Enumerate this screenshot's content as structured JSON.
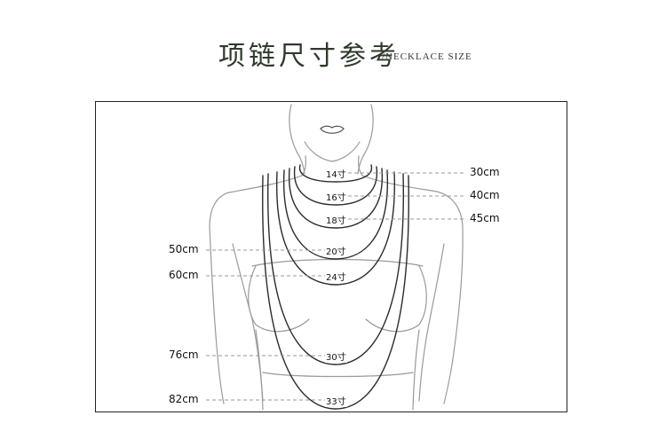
{
  "title": {
    "chinese": "项链尺寸参考",
    "english": "/NECKLACE SIZE"
  },
  "colors": {
    "title_accent": "#4a8a3a",
    "outline": "#9a9a9a",
    "chain": "#2b2b2b",
    "frame": "#222222"
  },
  "sizes": [
    {
      "cun": "14寸",
      "cm": "30cm",
      "side": "right"
    },
    {
      "cun": "16寸",
      "cm": "40cm",
      "side": "right"
    },
    {
      "cun": "18寸",
      "cm": "45cm",
      "side": "right"
    },
    {
      "cun": "20寸",
      "cm": "50cm",
      "side": "left"
    },
    {
      "cun": "24寸",
      "cm": "60cm",
      "side": "left"
    },
    {
      "cun": "30寸",
      "cm": "76cm",
      "side": "left"
    },
    {
      "cun": "33寸",
      "cm": "82cm",
      "side": "left"
    }
  ]
}
